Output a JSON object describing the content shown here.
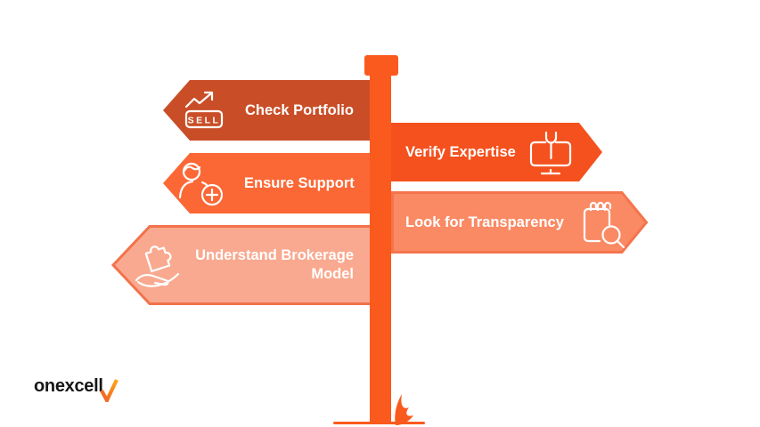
{
  "colors": {
    "background": "#ffffff",
    "pole": "#FA5A1D",
    "ground_line": "#FA5A1D",
    "label_text": "#ffffff",
    "logo_text": "#161616",
    "logo_check_start": "#F05E24",
    "logo_check_end": "#FBA61C"
  },
  "signs": [
    {
      "label": "Check Portfolio",
      "direction": "left",
      "fill": "#C94E28",
      "icon": "sell-chart-icon",
      "icon_text": "SELL"
    },
    {
      "label": "Verify Expertise",
      "direction": "right",
      "fill": "#F4511E",
      "icon": "monitor-wrench-icon"
    },
    {
      "label": "Ensure Support",
      "direction": "left",
      "fill": "#FB6836",
      "icon": "person-shield-icon"
    },
    {
      "label": "Look for Transparency",
      "direction": "right",
      "fill": "#F98A64",
      "stroke": "#F4744C",
      "icon": "notepad-search-icon"
    },
    {
      "label": "Understand Brokerage Model",
      "direction": "left",
      "fill": "#F9A98F",
      "stroke": "#F2724B",
      "icon": "hand-puzzle-icon"
    }
  ],
  "logo": {
    "text": "onexcell"
  }
}
